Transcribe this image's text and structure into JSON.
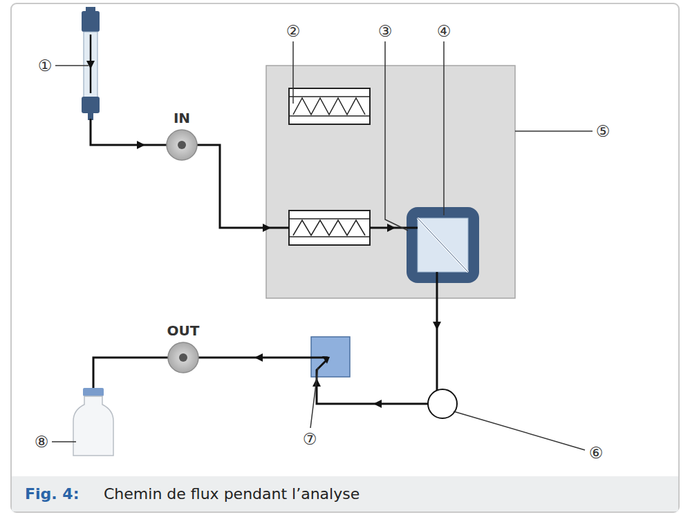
{
  "diagram": {
    "caption": "Chemin de flux pendant l’analyse",
    "nodes": [
      {
        "text": [
          "IN"
        ]
      },
      {
        "text": [
          "OUT"
        ]
      }
    ],
    "labels": [
      "①",
      "②",
      "③",
      "④",
      "⑤",
      "⑥",
      "⑦",
      "⑧",
      "Fig. 4:"
    ]
  }
}
